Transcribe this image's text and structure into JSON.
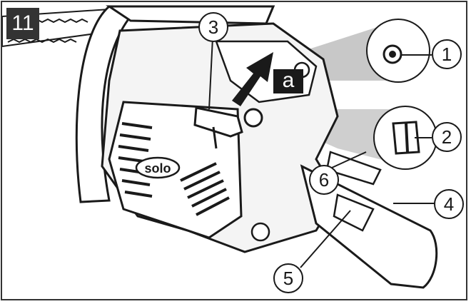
{
  "figure": {
    "number": "11",
    "direction_label": "a",
    "brand_text": "solo"
  },
  "callouts": [
    {
      "id": "1",
      "label": "1"
    },
    {
      "id": "2",
      "label": "2"
    },
    {
      "id": "3",
      "label": "3"
    },
    {
      "id": "4",
      "label": "4"
    },
    {
      "id": "5",
      "label": "5"
    },
    {
      "id": "6",
      "label": "6"
    }
  ],
  "colors": {
    "line": "#1a1a1a",
    "zoom_beam": "#c8c8c8",
    "label_fill": "#333333"
  }
}
